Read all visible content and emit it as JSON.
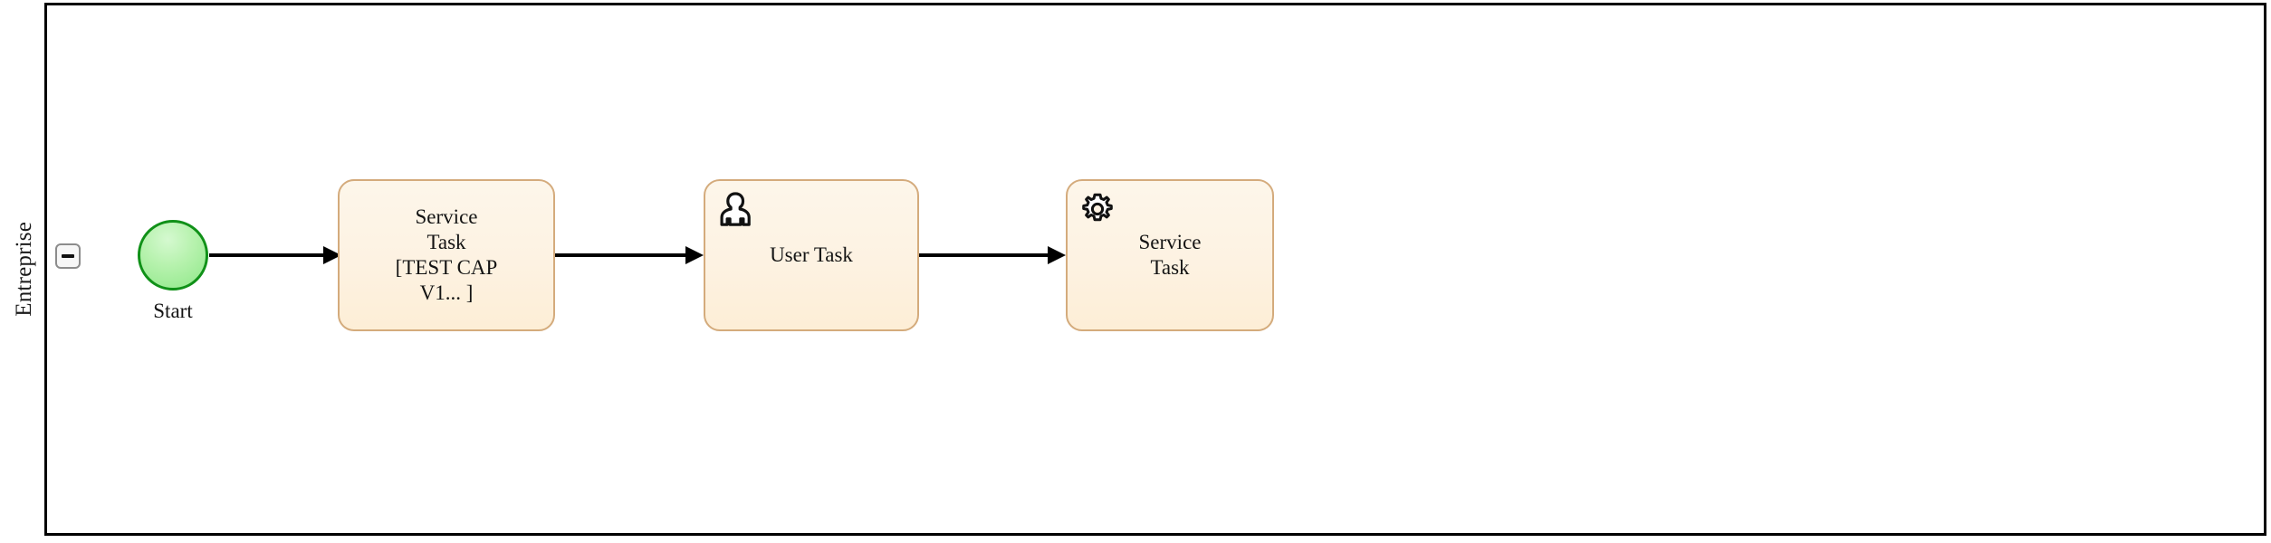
{
  "diagram": {
    "type": "bpmn-process",
    "pool": {
      "label": "Entreprise",
      "collapse_button": {
        "name": "collapse-lane-button",
        "glyph": "minus"
      }
    },
    "colors": {
      "pool_border": "#000000",
      "task_fill": "#fdf2e2",
      "task_border": "#d4ab7c",
      "start_fill": "#b7f2ae",
      "start_border": "#109118",
      "connector": "#000000"
    },
    "nodes": [
      {
        "id": "start",
        "kind": "start-event",
        "label": "Start",
        "icon": null
      },
      {
        "id": "task-1",
        "kind": "service-task",
        "label": "Service\nTask\n[TEST CAP\nV1... ]",
        "icon": null
      },
      {
        "id": "task-2",
        "kind": "user-task",
        "label": "User Task",
        "icon": "user-icon"
      },
      {
        "id": "task-3",
        "kind": "service-task",
        "label": "Service\nTask",
        "icon": "gear-icon"
      }
    ],
    "flows": [
      {
        "id": "flow-1",
        "from": "start",
        "to": "task-1"
      },
      {
        "id": "flow-2",
        "from": "task-1",
        "to": "task-2"
      },
      {
        "id": "flow-3",
        "from": "task-2",
        "to": "task-3"
      }
    ]
  }
}
